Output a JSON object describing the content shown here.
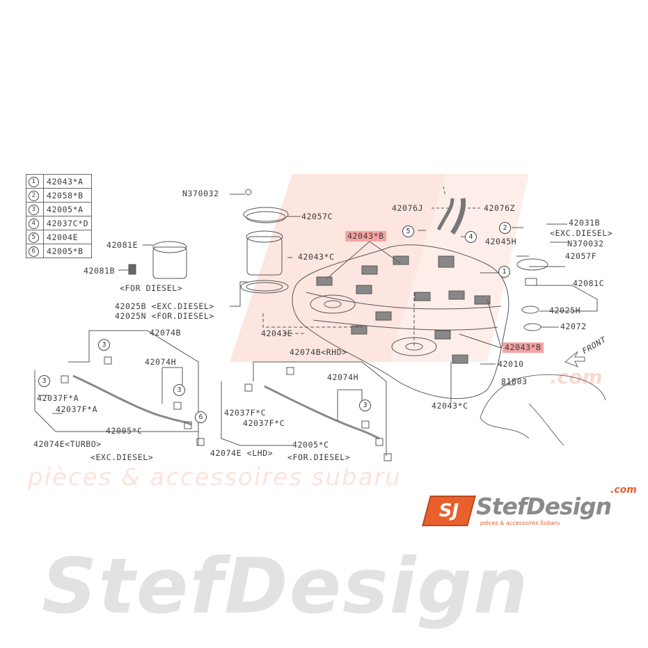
{
  "legend": [
    {
      "num": "1",
      "part": "42043*A"
    },
    {
      "num": "2",
      "part": "42058*B"
    },
    {
      "num": "3",
      "part": "42005*A"
    },
    {
      "num": "4",
      "part": "42037C*D"
    },
    {
      "num": "5",
      "part": "42004E"
    },
    {
      "num": "6",
      "part": "42005*B"
    }
  ],
  "labels": {
    "n370032_top": "N370032",
    "p42057c": "42057C",
    "p42081e": "42081E",
    "p42081b": "42081B",
    "for_diesel_pump": "<FOR DIESEL>",
    "p42025b": "42025B <EXC.DIESEL>",
    "p42025n": "42025N <FOR.DIESEL>",
    "p42043b_top": "42043*B",
    "p42043c_top": "42043*C",
    "p42076j": "42076J",
    "p42076z": "42076Z",
    "p42031b": "42031B",
    "exc_diesel_right": "<EXC.DIESEL>",
    "p42045h": "42045H",
    "n370032_right": "N370032",
    "p42057f": "42057F",
    "p42081c": "42081C",
    "p42025h": "42025H",
    "p42072": "42072",
    "p42043b_right": "42043*B",
    "p42010": "42010",
    "front": "FRONT",
    "p42043e": "42043E",
    "p42043c_bottom": "42043*C",
    "p81803": "81803",
    "p42074b_left": "42074B",
    "p42074h_left": "42074H",
    "p42037fa_1": "42037F*A",
    "p42037fa_2": "42037F*A",
    "p42005c_left": "42005*C",
    "p42074e_turbo": "42074E<TURBO>",
    "exc_diesel_bottom": "<EXC.DIESEL>",
    "p42074b_rhd": "42074B<RHD>",
    "p42074h_right": "42074H",
    "p42037fc_1": "42037F*C",
    "p42037fc_2": "42037F*C",
    "p42005c_right": "42005*C",
    "p42074e_lhd": "42074E <LHD>",
    "for_diesel_bottom": "<FOR.DIESEL>"
  },
  "callouts": {
    "c5": "5",
    "c4": "4",
    "c2": "2",
    "c1": "1",
    "c3_a": "3",
    "c3_b": "3",
    "c3_c": "3",
    "c3_d": "3",
    "c6": "6"
  },
  "watermark": {
    "brand": "StefDesign",
    "domain": ".com",
    "tagline": "pièces & accessoires subaru"
  },
  "logo": {
    "mark": "SJ",
    "brand": "StefDesign",
    "domain": ".com",
    "tagline": "pièces & accessoires Subaru"
  },
  "colors": {
    "highlight": "#f4a3a3",
    "brand_orange": "#e8602c",
    "line": "#555555"
  }
}
